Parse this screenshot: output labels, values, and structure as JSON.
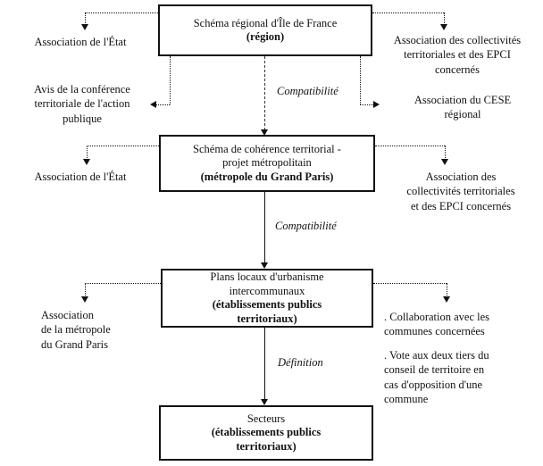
{
  "boxes": {
    "region": {
      "lines": [
        "Schéma régional d'Île de France"
      ],
      "bold_lines": [
        "(région)"
      ]
    },
    "scot": {
      "lines": [
        "Schéma de cohérence territorial -",
        "projet métropolitain"
      ],
      "bold_lines": [
        "(métropole du Grand Paris)"
      ]
    },
    "plui": {
      "lines": [
        "Plans locaux d'urbanisme",
        "intercommunaux"
      ],
      "bold_lines": [
        "(établissements publics",
        "territoriaux)"
      ]
    },
    "secteurs": {
      "lines": [
        "Secteurs"
      ],
      "bold_lines": [
        "(établissements publics",
        "territoriaux)"
      ]
    }
  },
  "side_labels": {
    "left_etat_1": {
      "lines": [
        "Association de l'État"
      ]
    },
    "left_conference": {
      "lines": [
        "Avis de la conférence",
        "territoriale de l'action",
        "publique"
      ]
    },
    "left_etat_2": {
      "lines": [
        "Association de l'État"
      ]
    },
    "left_metropole": {
      "lines": [
        "Association",
        "de la métropole",
        "du Grand Paris"
      ]
    },
    "right_collectivites_1": {
      "lines": [
        "Association des collectivités",
        "territoriales et des EPCI",
        "concernés"
      ]
    },
    "right_cese": {
      "lines": [
        "Association du CESE",
        "régional"
      ]
    },
    "right_collectivites_2": {
      "lines": [
        "Association des",
        "collectivités territoriales",
        "et des EPCI concernés"
      ]
    },
    "right_collaboration": {
      "lines": [
        ". Collaboration avec les",
        "communes concernées"
      ]
    },
    "right_vote": {
      "lines": [
        ". Vote aux deux tiers du",
        "conseil de territoire en",
        "cas d'opposition d'une",
        "commune"
      ]
    }
  },
  "arrow_labels": {
    "compatibilite_1": "Compatibilité",
    "compatibilite_2": "Compatibilité",
    "definition": "Définition"
  },
  "colors": {
    "ink": "#111111",
    "background": "#ffffff"
  }
}
